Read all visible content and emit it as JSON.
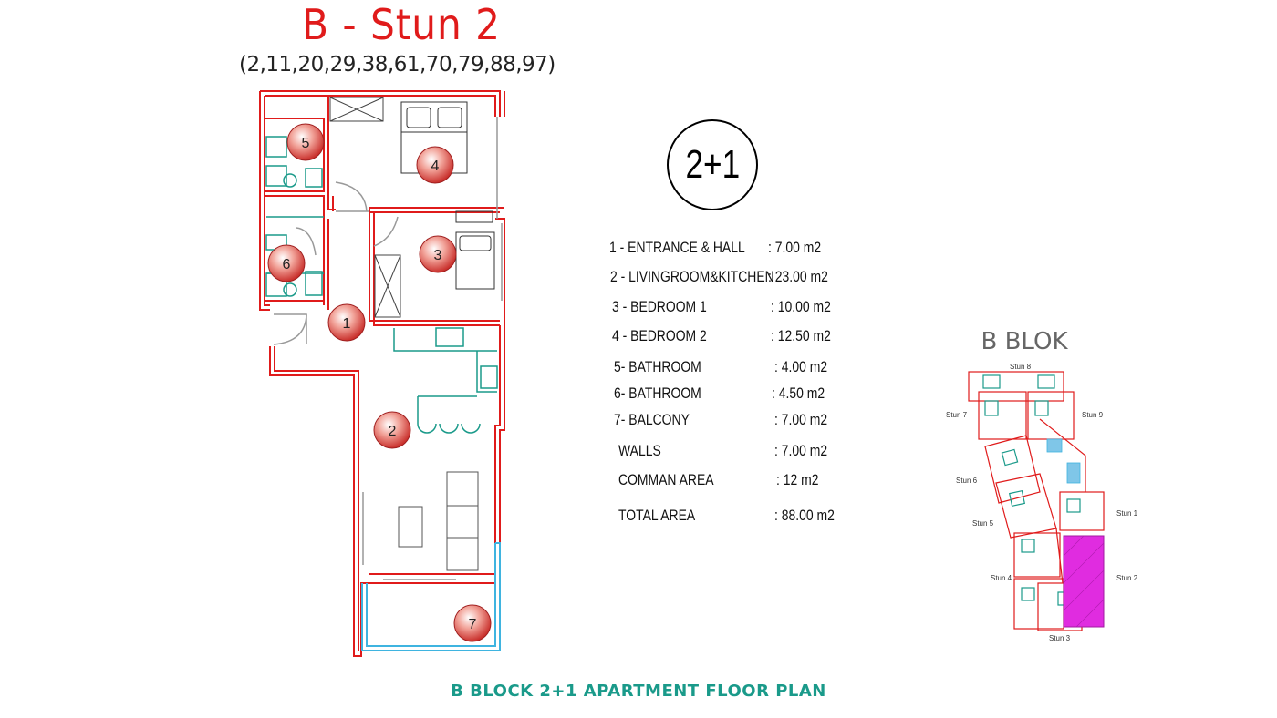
{
  "header": {
    "title": "B - Stun 2",
    "unit_numbers": "(2,11,20,29,38,61,70,79,88,97)"
  },
  "apartment_type": "2+1",
  "room_markers": [
    "1",
    "2",
    "3",
    "4",
    "5",
    "6",
    "7"
  ],
  "area_table": [
    {
      "label": "1 - ENTRANCE & HALL",
      "value": ": 7.00 m2"
    },
    {
      "label": "2 - LIVINGROOM&KITCHEN",
      "value": ": 23.00 m2"
    },
    {
      "label": "3 - BEDROOM   1",
      "value": ": 10.00 m2"
    },
    {
      "label": "4 - BEDROOM    2",
      "value": ":  12.50 m2"
    },
    {
      "label": "5- BATHROOM",
      "value": ": 4.00 m2"
    },
    {
      "label": "6- BATHROOM",
      "value": ": 4.50 m2"
    },
    {
      "label": "7- BALCONY",
      "value": ": 7.00 m2"
    },
    {
      "label": "WALLS",
      "value": ":   7.00 m2"
    },
    {
      "label": "COMMAN AREA",
      "value": ": 12 m2"
    },
    {
      "label": "TOTAL AREA",
      "value": ": 88.00 m2"
    }
  ],
  "block_plan": {
    "title": "B BLOK",
    "labels": [
      "Stun 8",
      "Stun 7",
      "Stun 9",
      "Stun 6",
      "Stun 5",
      "Stun 1",
      "Stun 4",
      "Stun 2",
      "Stun 3"
    ]
  },
  "footer": "B BLOCK 2+1 APARTMENT FLOOR PLAN",
  "colors": {
    "title": "#e01b1b",
    "wall": "#e01b1b",
    "fixtures": "#1a9a8a",
    "balcony": "#3fb4e0",
    "marker": "#c9302c",
    "highlight": "#e02ce0",
    "footer": "#1a9a8a"
  }
}
